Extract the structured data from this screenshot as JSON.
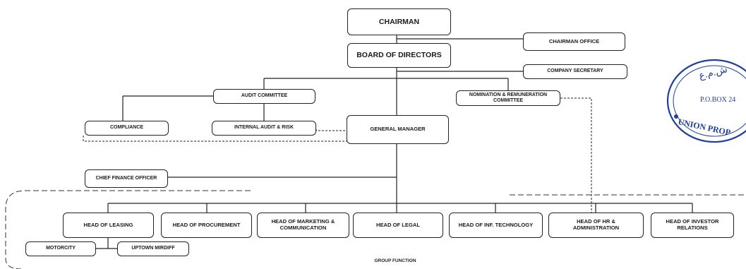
{
  "org_chart": {
    "top": {
      "chairman": "CHAIRMAN",
      "chairman_office": "CHAIRMAN OFFICE",
      "board_of_directors": "BOARD OF DIRECTORS",
      "company_secretary": "COMPANY SECRETARY"
    },
    "committees": {
      "audit_committee": "AUDIT COMMITTEE",
      "nomination_remuneration_committee": "NOMINATION & REMUNERATION\nCOMMITTEE"
    },
    "management": {
      "general_manager": "GENERAL MANAGER",
      "compliance": "COMPLIANCE",
      "internal_audit_risk": "INTERNAL AUDIT & RISK",
      "chief_finance_officer": "CHIEF FINANCE OFFICER"
    },
    "group_function": {
      "label": "GROUP FUNCTION",
      "heads": [
        "HEAD OF LEASING",
        "HEAD OF PROCUREMENT",
        "HEAD OF MARKETING &\nCOMMUNICATION",
        "HEAD OF LEGAL",
        "HEAD OF INF. TECHNOLOGY",
        "HEAD OF HR &\nADMINISTRATION",
        "HEAD OF INVESTOR\nRELATIONS"
      ],
      "leasing_units": [
        "MOTORCITY",
        "UPTOWN MIRDIFF"
      ]
    }
  },
  "stamp": {
    "arabic_text": "ش.م.ع",
    "po_box": "P.O.BOX 24",
    "company_text": "UNION PROP",
    "color": "#1f3f9e"
  },
  "colors": {
    "line": "#222222",
    "stamp": "#1f3f9e"
  }
}
